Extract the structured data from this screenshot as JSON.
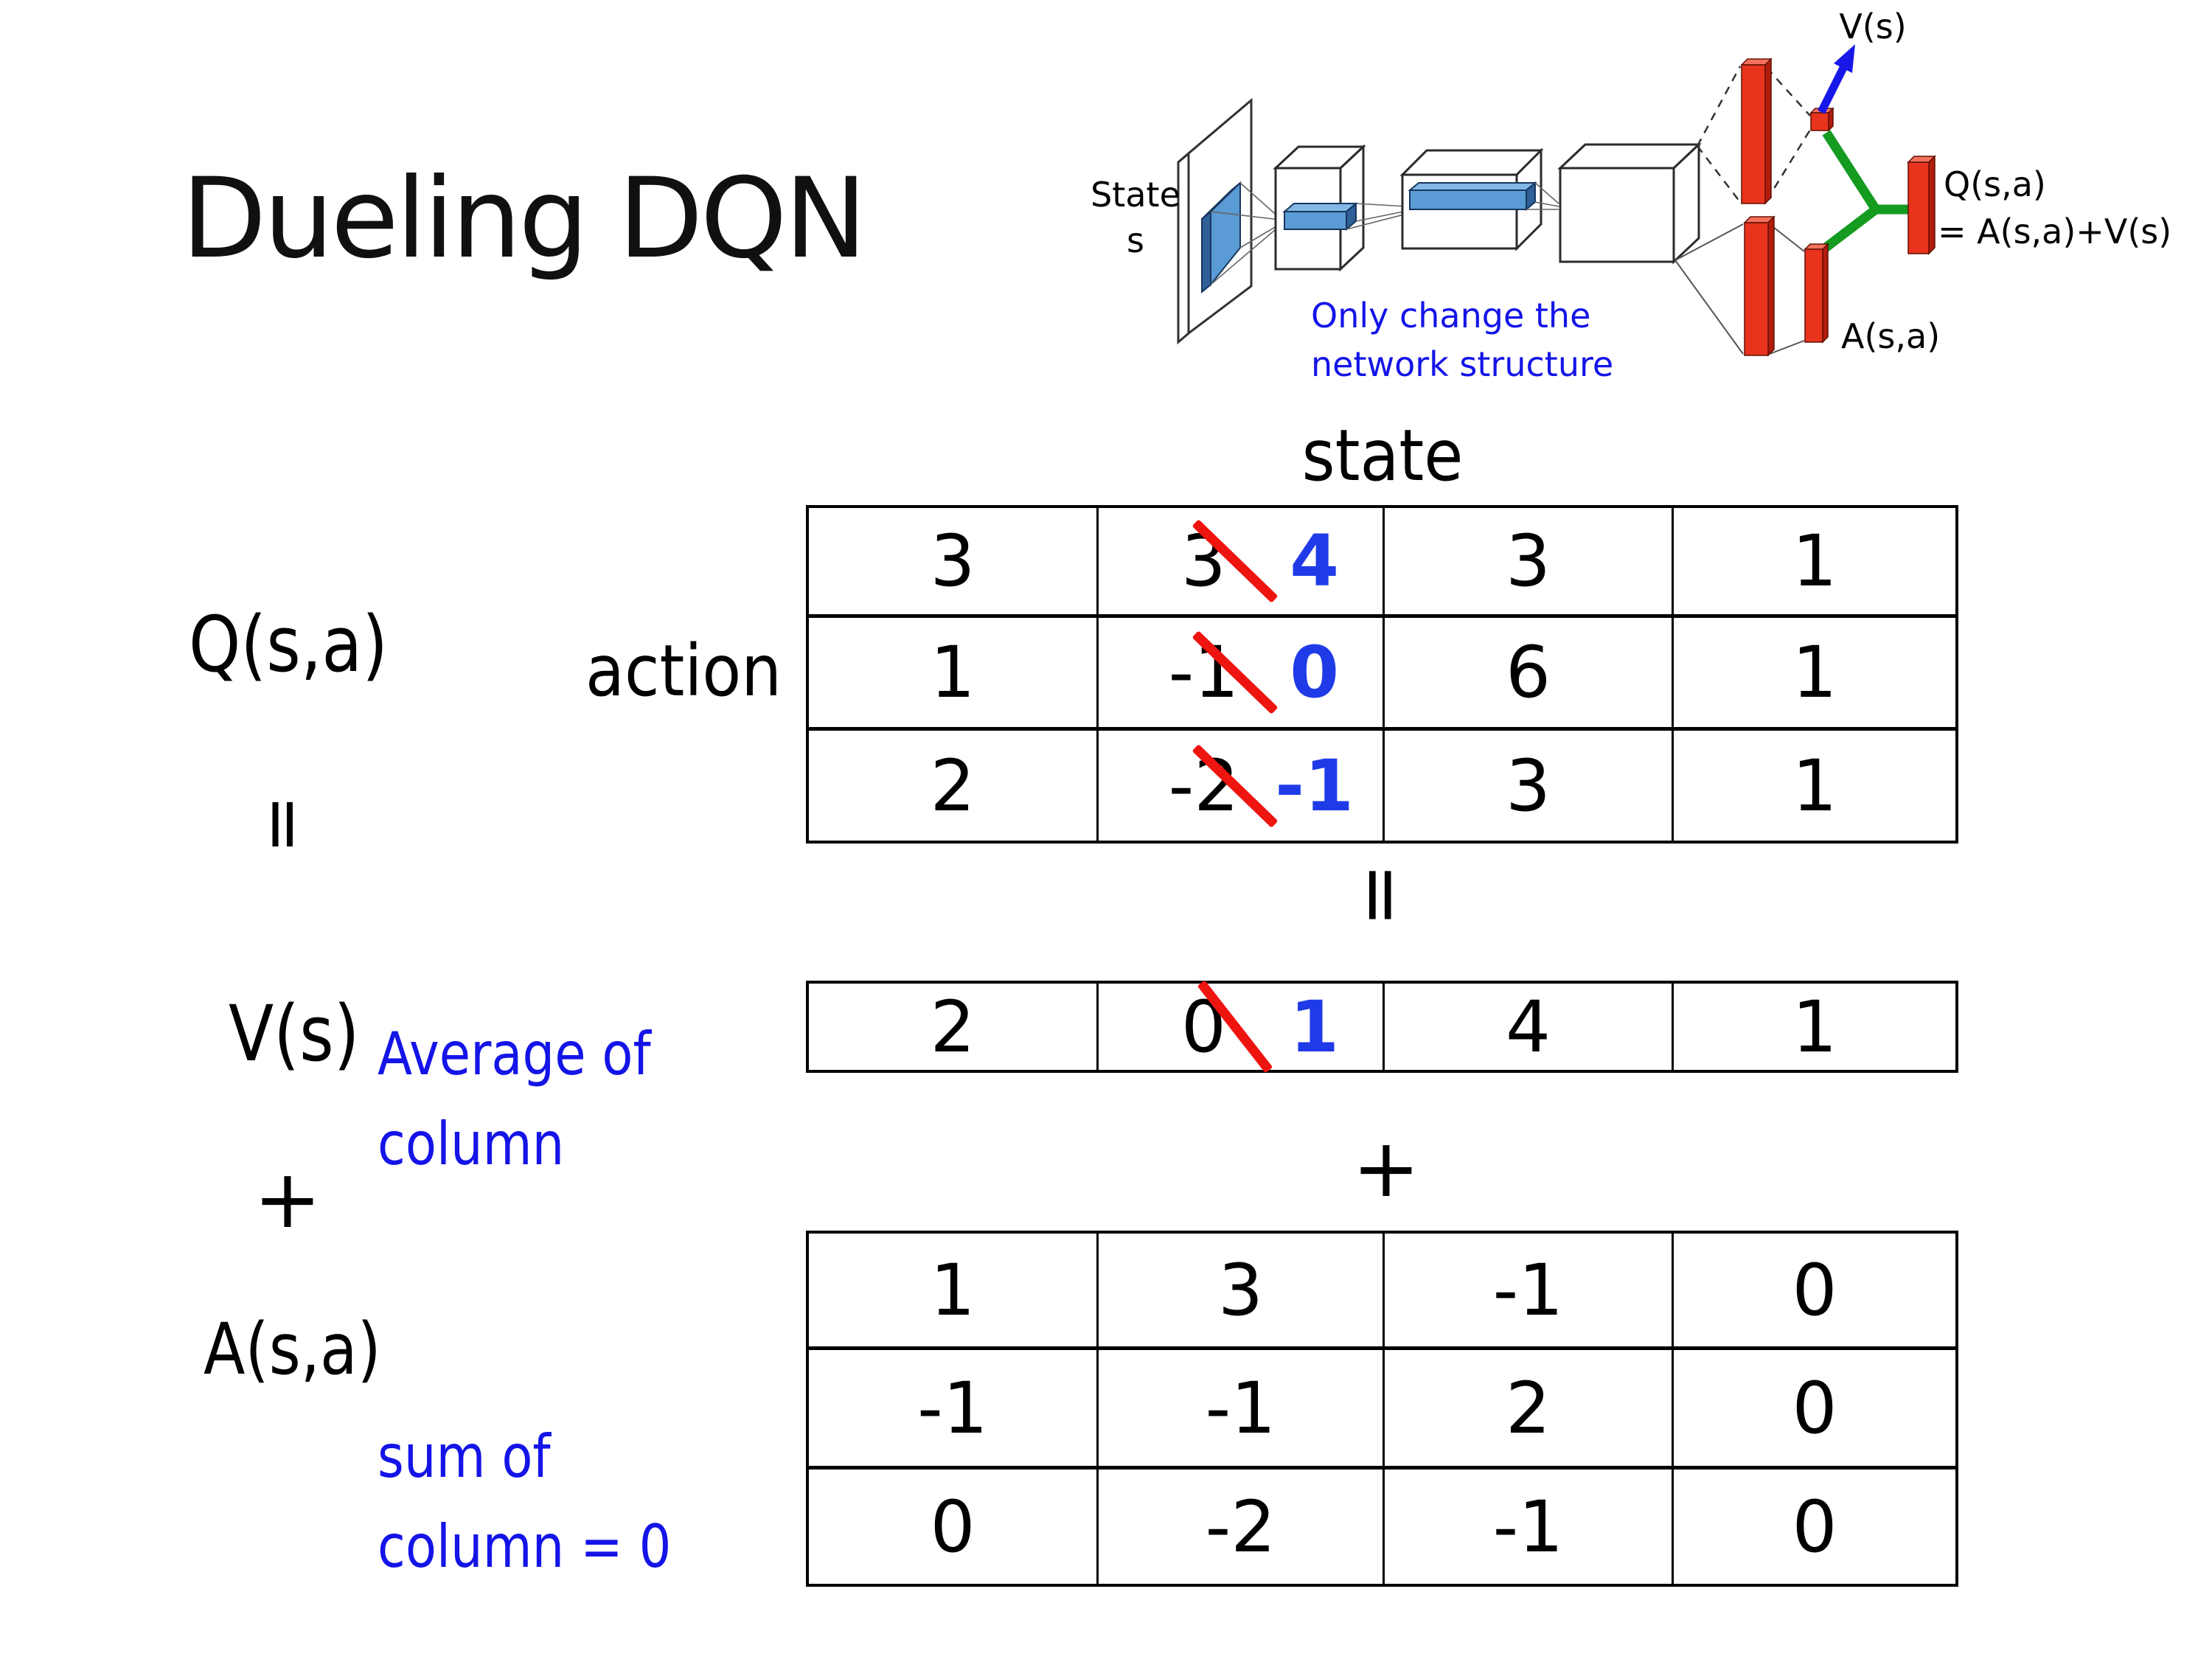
{
  "title": "Dueling DQN",
  "diagram": {
    "input_label_1": "State",
    "input_label_2": "s",
    "note_1": "Only change the",
    "note_2": "network structure",
    "v_head_label": "V(s)",
    "a_head_label": "A(s,a)",
    "out_label_1": "Q(s,a)",
    "out_label_2": "= A(s,a)+V(s)"
  },
  "equation": {
    "q": "Q(s,a)",
    "equals": "=",
    "v": "V(s)",
    "plus": "+",
    "a": "A(s,a)",
    "avg_note_1": "Average of",
    "avg_note_2": "column",
    "sum_note_1": "sum of",
    "sum_note_2": "column = 0",
    "equals_mid": "=",
    "plus_mid": "+"
  },
  "q_table": {
    "state_header": "state",
    "action_label": "action",
    "rows": [
      {
        "c0": "3",
        "old": "3",
        "new": "4",
        "c2": "3",
        "c3": "1"
      },
      {
        "c0": "1",
        "old": "-1",
        "new": "0",
        "c2": "6",
        "c3": "1"
      },
      {
        "c0": "2",
        "old": "-2",
        "new": "-1",
        "c2": "3",
        "c3": "1"
      }
    ]
  },
  "v_table": {
    "row": {
      "c0": "2",
      "old": "0",
      "new": "1",
      "c2": "4",
      "c3": "1"
    }
  },
  "a_table": {
    "rows": [
      [
        "1",
        "3",
        "-1",
        "0"
      ],
      [
        "-1",
        "-1",
        "2",
        "0"
      ],
      [
        "0",
        "-2",
        "-1",
        "0"
      ]
    ]
  },
  "colors": {
    "annotation_blue": "#1414e8",
    "strike_red": "#ee1410",
    "corrected_value_blue": "#1f3be8",
    "bar_red": "#e8341c",
    "green_connector": "#149b20",
    "conv_feature_blue": "#5b9bd5"
  }
}
